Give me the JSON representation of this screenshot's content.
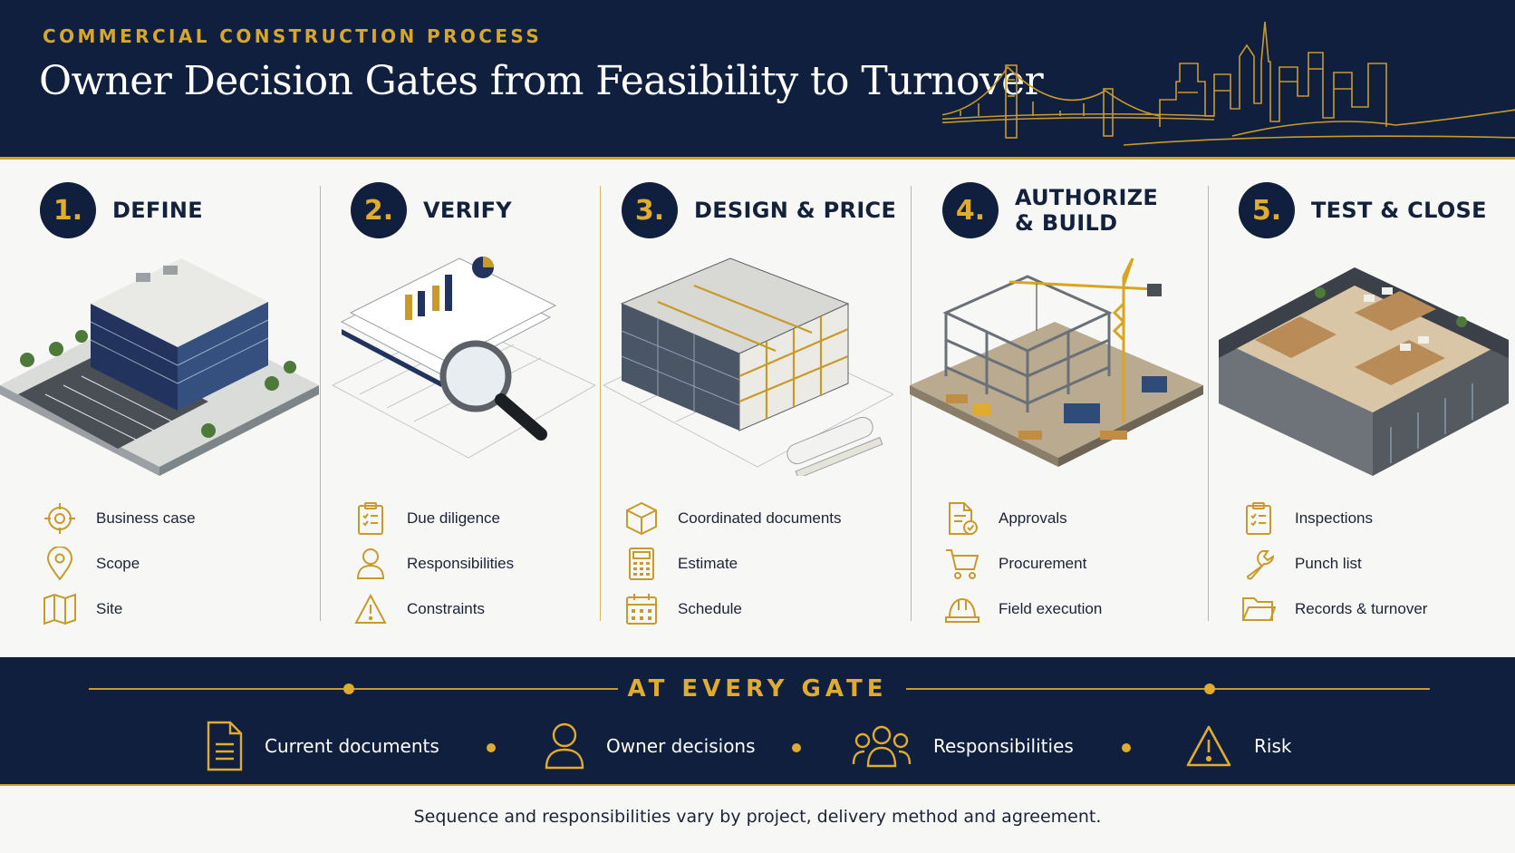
{
  "header": {
    "eyebrow": "COMMERCIAL CONSTRUCTION PROCESS",
    "title": "Owner Decision Gates from Feasibility to Turnover"
  },
  "stages": [
    {
      "number": "1.",
      "title": "DEFINE",
      "items": [
        {
          "icon": "target-icon",
          "label": "Business case"
        },
        {
          "icon": "location-pin-icon",
          "label": "Scope"
        },
        {
          "icon": "map-icon",
          "label": "Site"
        }
      ]
    },
    {
      "number": "2.",
      "title": "VERIFY",
      "items": [
        {
          "icon": "clipboard-check-icon",
          "label": "Due diligence"
        },
        {
          "icon": "person-icon",
          "label": "Responsibilities"
        },
        {
          "icon": "warning-icon",
          "label": "Constraints"
        }
      ]
    },
    {
      "number": "3.",
      "title": "DESIGN & PRICE",
      "items": [
        {
          "icon": "cube-icon",
          "label": "Coordinated documents"
        },
        {
          "icon": "calculator-icon",
          "label": "Estimate"
        },
        {
          "icon": "calendar-icon",
          "label": "Schedule"
        }
      ]
    },
    {
      "number": "4.",
      "title_line1": "AUTHORIZE",
      "title_line2": "& BUILD",
      "items": [
        {
          "icon": "document-check-icon",
          "label": "Approvals"
        },
        {
          "icon": "cart-icon",
          "label": "Procurement"
        },
        {
          "icon": "hard-hat-icon",
          "label": "Field execution"
        }
      ]
    },
    {
      "number": "5.",
      "title": "TEST & CLOSE",
      "items": [
        {
          "icon": "clipboard-check-icon",
          "label": "Inspections"
        },
        {
          "icon": "wrench-icon",
          "label": "Punch list"
        },
        {
          "icon": "folder-icon",
          "label": "Records & turnover"
        }
      ]
    }
  ],
  "gate": {
    "title": "AT EVERY GATE",
    "items": [
      {
        "icon": "document-icon",
        "label": "Current documents"
      },
      {
        "icon": "person-icon",
        "label": "Owner decisions"
      },
      {
        "icon": "group-icon",
        "label": "Responsibilities"
      },
      {
        "icon": "warning-icon",
        "label": "Risk"
      }
    ]
  },
  "note": "Sequence and responsibilities vary by project, delivery method and agreement.",
  "colors": {
    "navy": "#0f1f3d",
    "gold": "#d7a62d",
    "background": "#f7f7f6"
  }
}
